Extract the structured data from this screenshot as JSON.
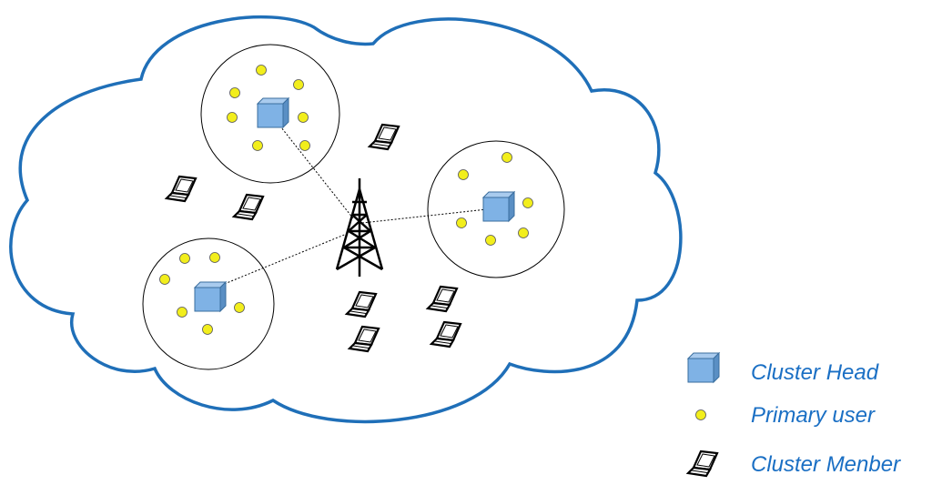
{
  "colors": {
    "cloud_outline": "#1f6fb8",
    "cluster_head_fill": "#7fb2e5",
    "cluster_head_stroke": "#3a6e9e",
    "primary_user_fill": "#f2ee1c",
    "legend_text": "#1a6fc4",
    "line": "#000000"
  },
  "icons": {
    "cluster_head": "cube-icon",
    "primary_user": "dot-icon",
    "cluster_member": "laptop-icon",
    "base_station": "tower-icon"
  },
  "legend": {
    "cluster_head": "Cluster Head",
    "primary_user": "Primary user",
    "cluster_member": "Cluster Menber"
  }
}
